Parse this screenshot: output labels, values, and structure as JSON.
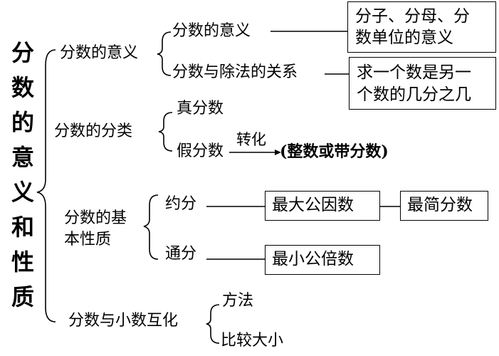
{
  "title": [
    "分",
    "数",
    "的",
    "意",
    "义",
    "和",
    "性",
    "质"
  ],
  "nodes": {
    "meaning": "分数的意义",
    "meaning_sub1": "分数的意义",
    "meaning_sub2": "分数与除法的关系",
    "box_units": [
      "分子、分母、分",
      "数单位的意义"
    ],
    "box_fraction_of": [
      "求一个数是另一",
      "个数的几分之几"
    ],
    "classify": "分数的分类",
    "proper": "真分数",
    "improper": "假分数",
    "convert": "转化",
    "mixed": "(整数或带分数)",
    "basic_props": [
      "分数的基",
      "本性质"
    ],
    "reduce": "约分",
    "gcf": "最大公因数",
    "simplest": "最简分数",
    "common_denom": "通分",
    "lcm": "最小公倍数",
    "decimal_conv": "分数与小数互化",
    "method": "方法",
    "compare": "比较大小"
  }
}
